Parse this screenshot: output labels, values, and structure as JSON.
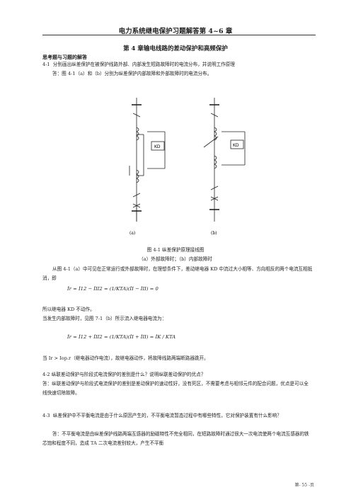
{
  "header": {
    "title": "电力系统继电保护习题解答第 4~6 章"
  },
  "chapter": {
    "title": "第 4 章输电线路的差动保护和高频保护"
  },
  "section": {
    "title": "思考题与习题的解答"
  },
  "q1": {
    "question": "4-1  分别画出纵差保护在被保护线路外部、内部发生短路故障时的电流分布，并说明工作原理",
    "answer_intro": "答：图 4-1（a）和（b）分别为纵差保护内部故障和外部故障时的电流分布。"
  },
  "figure": {
    "label_a": "(a)",
    "label_b": "(b)",
    "kd": "KD",
    "caption": "图 4-1  纵差保护原理接线图",
    "subcaption": "（a）外部故障时；（b）内部故障时"
  },
  "explain1": {
    "text": "从图 4-1（a）中可见在正常运行或外部故障时，在理想条件下，差动继电器 KD 中流过大小相等、方向相反的两个电流互相抵消，即"
  },
  "eq1": {
    "text": "İr = İ12 − İII2 = (1/KTA)(İI − İII) = 0"
  },
  "line_no_action": {
    "text": "所以继电器 KD 不动作。"
  },
  "line_internal": {
    "text": "当发生内部故障时，见图 7-1（b）所示流入继电器电流为："
  },
  "eq2": {
    "text": "İr = İ12 + İII2 = (1/KTA)(İI + İII) = İK / KTA"
  },
  "line_condition": {
    "text": "当 Ir > Iop.r（继电器动作电流），故继电器动作，将故障线路两端断路器跳开。"
  },
  "q2": {
    "question": "4-2 纵联差动保护与阶段式电流保护的差别是什么？说明纵联差动保护的优点？",
    "answer": "答：纵联差动保护与阶段式电流保护的差别是差动保护的速动性好，没有死区，不需要考虑与相邻元件的配合问题，优点是可以全线快速切除故障。"
  },
  "q3": {
    "question": "4-3  纵差保护中不平衡电流是由于什么原因产生的，不平衡电流暂态过程中有哪些特性，它对保护装置有什么影响？",
    "answer": "答：不平衡电流是由纵差保护线路两端互感器的励磁特性不完全相同，在短路故障时通过很大一次电流使两个电流互感器的铁芯饱和程度不同，造成 TA 二次电流差别较大，产生不平衡"
  },
  "footer": {
    "page": "第- 55 -页"
  }
}
